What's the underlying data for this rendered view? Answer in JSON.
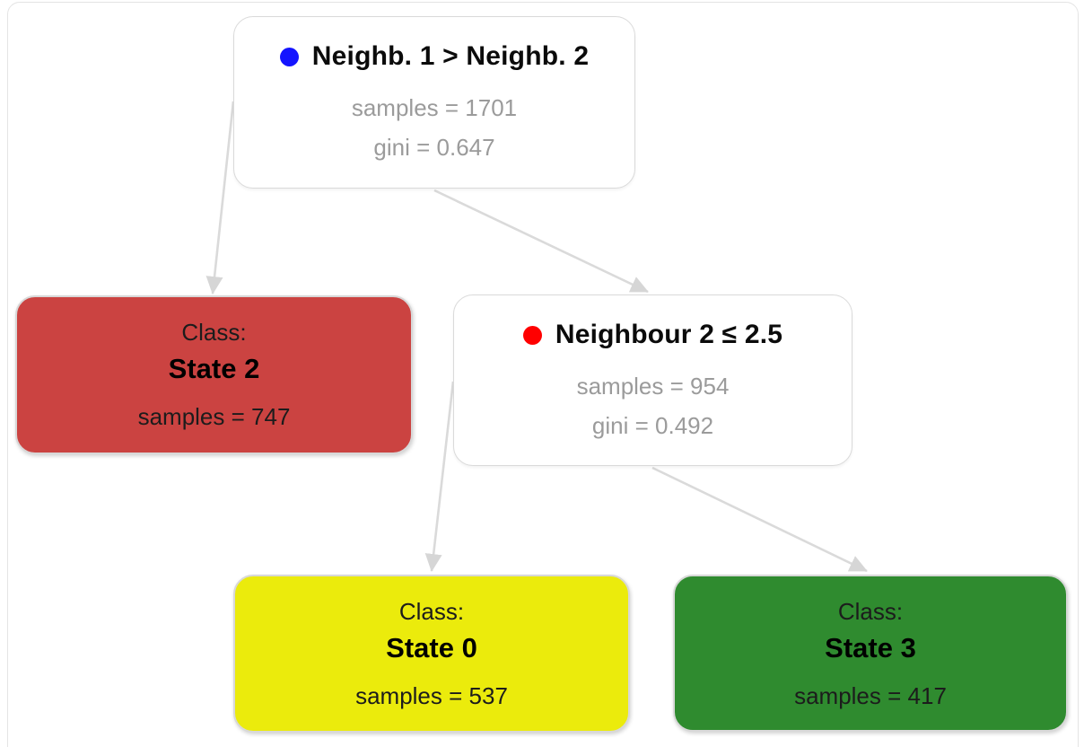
{
  "colors": {
    "edge": "#dadada",
    "arrowhead": "#d6d6d6",
    "node_border": "#dadada",
    "muted_text": "#9b9b9b",
    "root_dot": "#1414ff",
    "split_dot": "#ff0000",
    "leaf_state2_bg": "#cb4341",
    "leaf_state0_bg": "#ebeb0c",
    "leaf_state3_bg": "#2f8b2f"
  },
  "tree": {
    "root": {
      "condition": "Neighb. 1 > Neighb. 2",
      "samples": "samples = 1701",
      "gini": "gini = 0.647",
      "dot_color": "#1414ff"
    },
    "split": {
      "condition": "Neighbour 2 ≤ 2.5",
      "samples": "samples = 954",
      "gini": "gini = 0.492",
      "dot_color": "#ff0000"
    },
    "leaf_state2": {
      "class_label": "Class:",
      "class_name": "State 2",
      "samples": "samples = 747",
      "bg": "#cb4341"
    },
    "leaf_state0": {
      "class_label": "Class:",
      "class_name": "State 0",
      "samples": "samples = 537",
      "bg": "#ebeb0c"
    },
    "leaf_state3": {
      "class_label": "Class:",
      "class_name": "State 3",
      "samples": "samples = 417",
      "bg": "#2f8b2f"
    }
  }
}
